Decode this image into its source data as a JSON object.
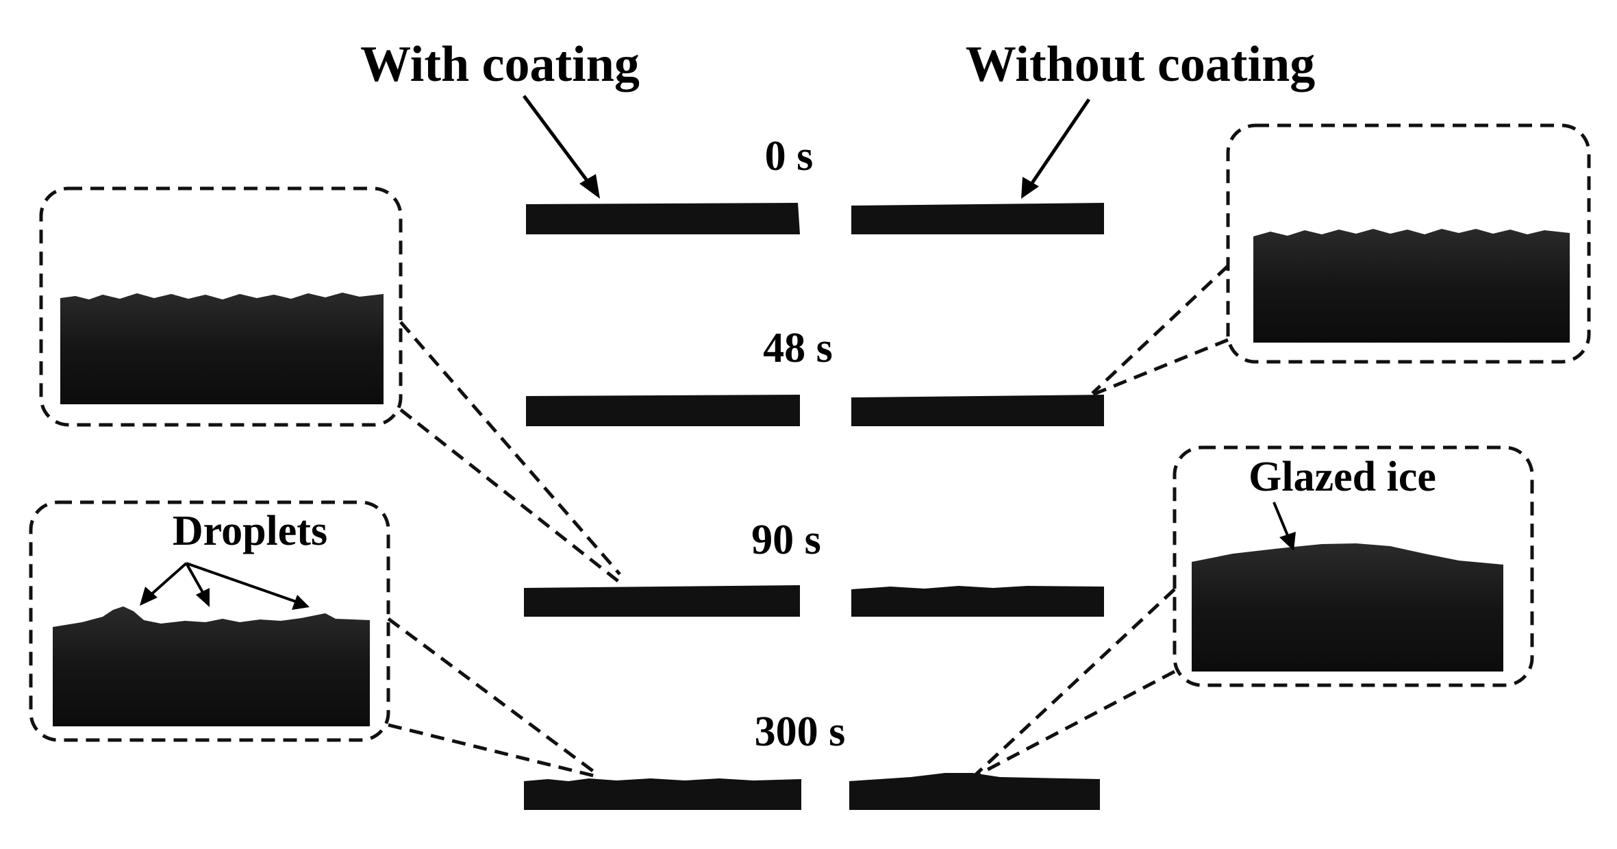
{
  "labels": {
    "with_coating": "With coating",
    "without_coating": "Without coating",
    "droplets": "Droplets",
    "glazed_ice": "Glazed ice"
  },
  "times": [
    "0 s",
    "48 s",
    "90 s",
    "300 s"
  ],
  "colors": {
    "sample": "#111111",
    "background": "#ffffff",
    "dashed": "#111111"
  }
}
